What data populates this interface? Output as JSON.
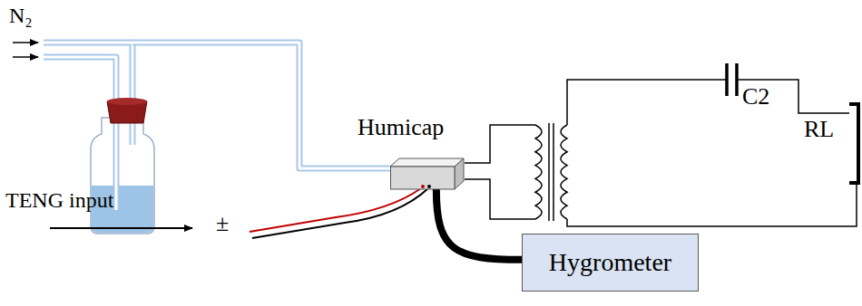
{
  "diagram": {
    "nodes": [
      {
        "text": [
          "Humicap"
        ]
      },
      {
        "text": [
          "Hygrometer"
        ]
      }
    ],
    "edges": [
      {
        "from": 0,
        "to": 1,
        "arrow": "none"
      }
    ],
    "labels": [
      "N₂",
      "TENG input",
      "±",
      "C2",
      "RL"
    ]
  }
}
